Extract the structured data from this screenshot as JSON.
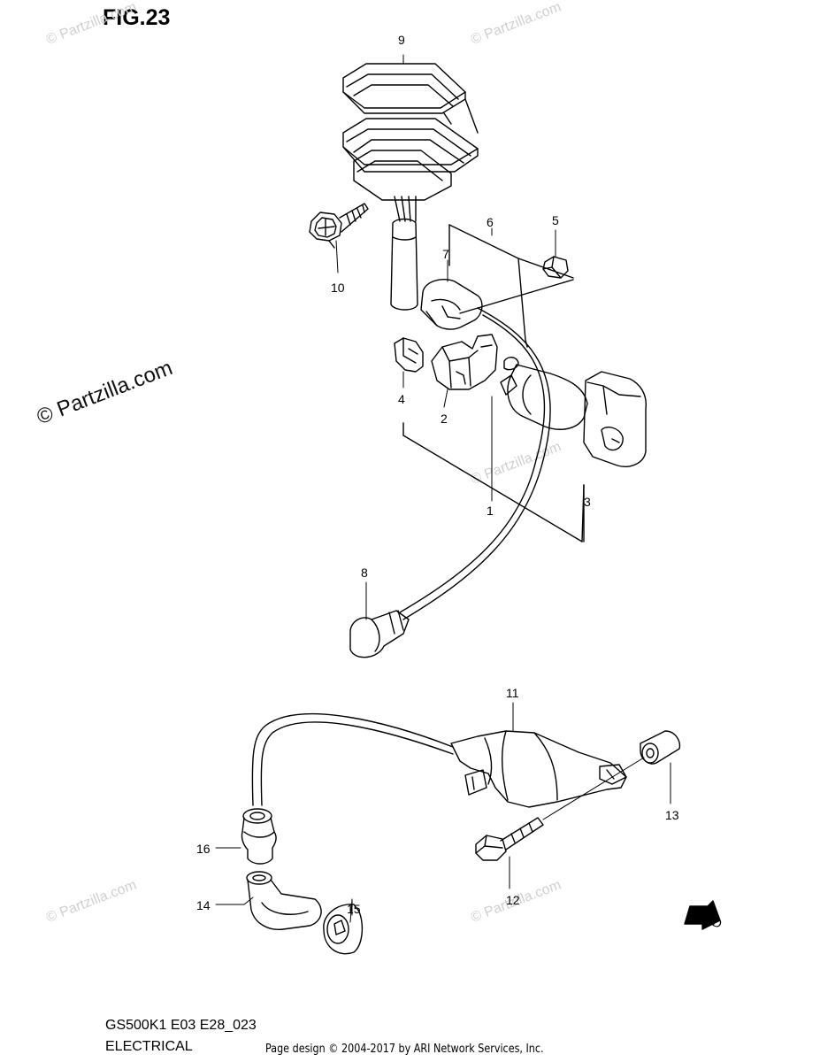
{
  "figure": {
    "title": "FIG.23",
    "model_code": "GS500K1 E03 E28_023",
    "section": "ELECTRICAL"
  },
  "footer": {
    "copyright": "Page design © 2004-2017 by ARI Network Services, Inc."
  },
  "watermark": {
    "main": "© Partzilla.com",
    "faint": "© Partzilla.com"
  },
  "callouts": {
    "c1": "1",
    "c2": "2",
    "c3": "3",
    "c4": "4",
    "c5": "5",
    "c6": "6",
    "c7": "7",
    "c8": "8",
    "c9": "9",
    "c10": "10",
    "c11": "11",
    "c12": "12",
    "c13": "13",
    "c14": "14",
    "c15": "15",
    "c16": "16"
  },
  "fwd_label": "FWD"
}
